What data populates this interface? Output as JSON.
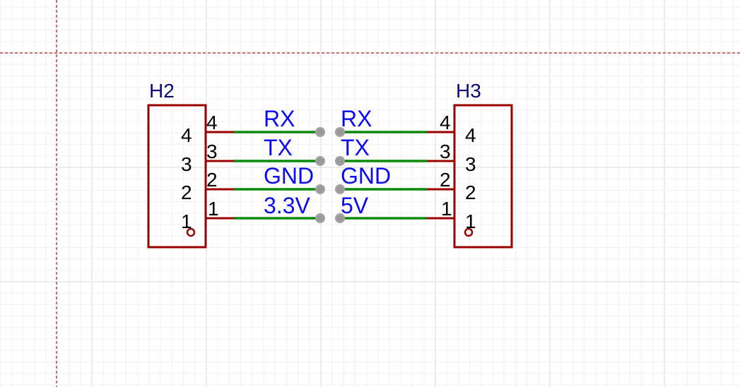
{
  "schematic": {
    "colors": {
      "component_outline": "#990000",
      "wire": "#0b8a0b",
      "net_label": "#0a0af0",
      "ref_designator": "#0a0a7a",
      "pin_number": "#000000",
      "net_port": "#a0a0a0",
      "origin_axis": "#b22222"
    },
    "components": [
      {
        "ref": "H2",
        "side": "left",
        "pins": [
          {
            "number": "4",
            "inner_label": "4",
            "net": "RX"
          },
          {
            "number": "3",
            "inner_label": "3",
            "net": "TX"
          },
          {
            "number": "2",
            "inner_label": "2",
            "net": "GND"
          },
          {
            "number": "1",
            "inner_label": "1",
            "net": "3.3V"
          }
        ]
      },
      {
        "ref": "H3",
        "side": "right",
        "pins": [
          {
            "number": "4",
            "inner_label": "4",
            "net": "RX"
          },
          {
            "number": "3",
            "inner_label": "3",
            "net": "TX"
          },
          {
            "number": "2",
            "inner_label": "2",
            "net": "GND"
          },
          {
            "number": "1",
            "inner_label": "1",
            "net": "5V"
          }
        ]
      }
    ]
  }
}
